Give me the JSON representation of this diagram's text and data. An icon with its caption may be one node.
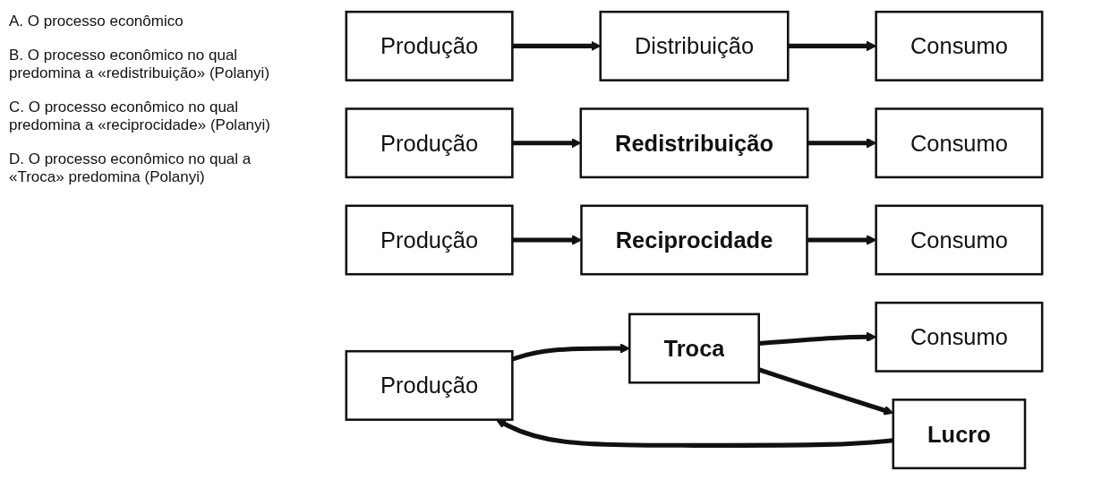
{
  "diagram": {
    "nodes": [
      {
        "text": [
          "Produção"
        ]
      },
      {
        "text": [
          "Distribuição"
        ]
      },
      {
        "text": [
          "Consumo"
        ]
      },
      {
        "text": [
          "Produção"
        ]
      },
      {
        "text": [
          "Redistribuição"
        ]
      },
      {
        "text": [
          "Consumo"
        ]
      },
      {
        "text": [
          "Produção"
        ]
      },
      {
        "text": [
          "Reciprocidade"
        ]
      },
      {
        "text": [
          "Consumo"
        ]
      },
      {
        "text": [
          "Produção"
        ]
      },
      {
        "text": [
          "Troca"
        ]
      },
      {
        "text": [
          "Consumo"
        ]
      },
      {
        "text": [
          "Lucro"
        ]
      }
    ],
    "edges": [
      {
        "from": 0,
        "to": 1,
        "arrow": "to"
      },
      {
        "from": 1,
        "to": 2,
        "arrow": "to"
      },
      {
        "from": 3,
        "to": 4,
        "arrow": "to"
      },
      {
        "from": 4,
        "to": 5,
        "arrow": "to"
      },
      {
        "from": 6,
        "to": 7,
        "arrow": "to"
      },
      {
        "from": 7,
        "to": 8,
        "arrow": "to"
      },
      {
        "from": 9,
        "to": 10,
        "arrow": "to"
      },
      {
        "from": 10,
        "to": 11,
        "arrow": "to"
      },
      {
        "from": 10,
        "to": 12,
        "arrow": "to"
      },
      {
        "from": 12,
        "to": 9,
        "arrow": "to"
      }
    ],
    "labels": [
      "A. O processo econômico",
      "B. O processo econômico no qual predomina a «redistribuição» (Polanyi)",
      "C. O processo econômico no qual predomina a «reciprocidade» (Polanyi)",
      "D. O processo econômico no qual  a «Troca» predomina (Polanyi)"
    ]
  }
}
